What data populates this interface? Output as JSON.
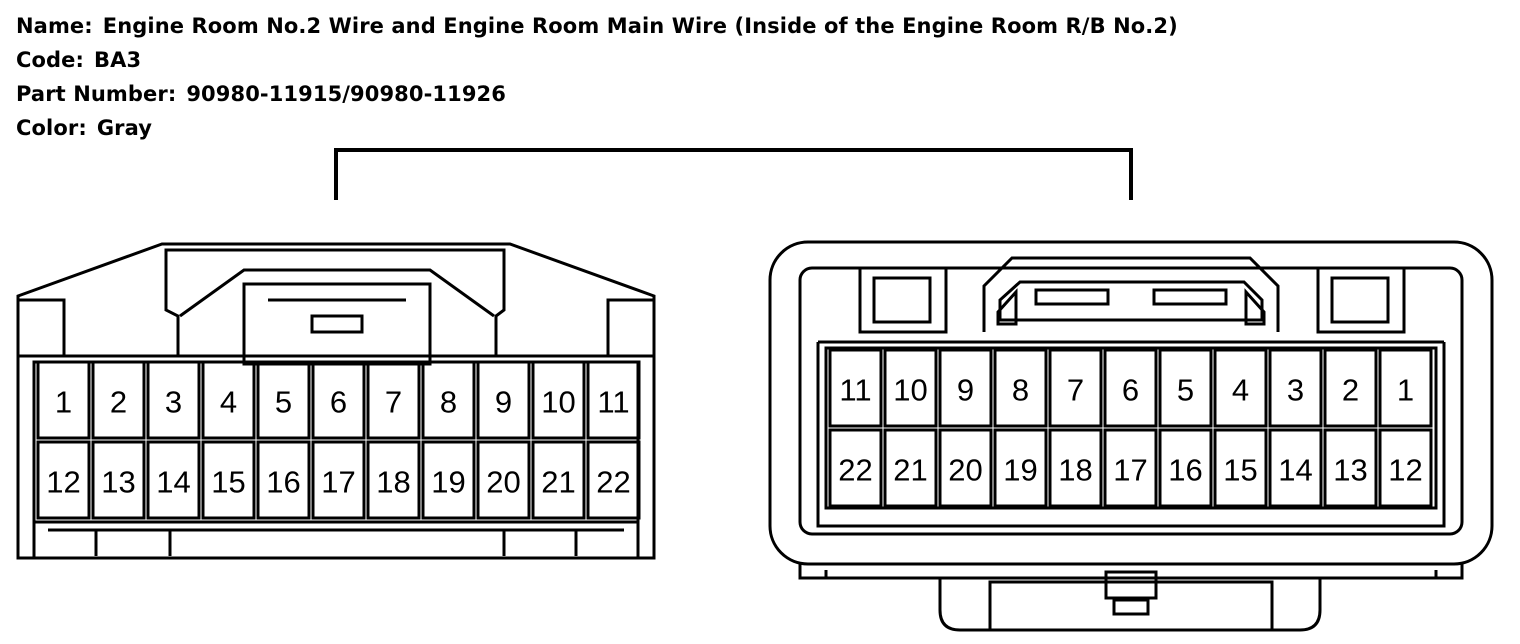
{
  "info": {
    "name_label": "Name:",
    "name_value": "Engine Room No.2 Wire and Engine Room Main Wire (Inside of the Engine Room R/B No.2)",
    "code_label": "Code:",
    "code_value": "BA3",
    "part_label": "Part Number:",
    "part_value": "90980-11915/90980-11926",
    "color_label": "Color:",
    "color_value": "Gray"
  },
  "left_connector": {
    "top_row": [
      "1",
      "2",
      "3",
      "4",
      "5",
      "6",
      "7",
      "8",
      "9",
      "10",
      "11"
    ],
    "bottom_row": [
      "12",
      "13",
      "14",
      "15",
      "16",
      "17",
      "18",
      "19",
      "20",
      "21",
      "22"
    ]
  },
  "right_connector": {
    "top_row": [
      "11",
      "10",
      "9",
      "8",
      "7",
      "6",
      "5",
      "4",
      "3",
      "2",
      "1"
    ],
    "bottom_row": [
      "22",
      "21",
      "20",
      "19",
      "18",
      "17",
      "16",
      "15",
      "14",
      "13",
      "12"
    ]
  }
}
